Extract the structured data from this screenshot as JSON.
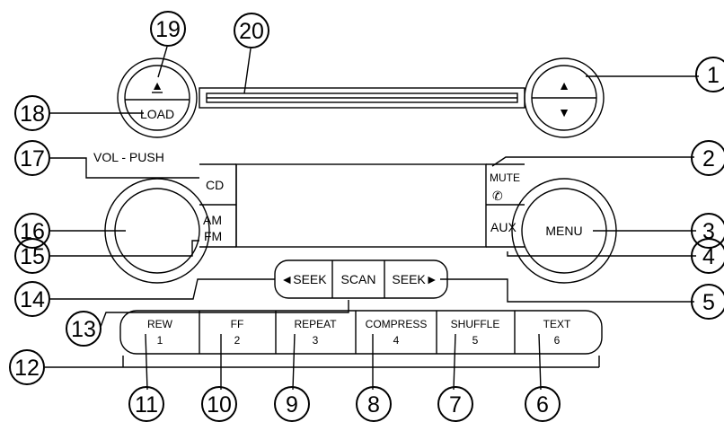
{
  "panel": {
    "vol_label": "VOL - PUSH",
    "cd": "CD",
    "am": "AM",
    "fm": "FM",
    "mute": "MUTE",
    "menu": "MENU",
    "aux": "AUX",
    "load": "LOAD",
    "eject": "▲",
    "tune_up": "▲",
    "tune_down": "▼",
    "seek_left": "◄SEEK",
    "scan": "SCAN",
    "seek_right": "SEEK►",
    "presets": [
      {
        "label": "REW",
        "num": "1"
      },
      {
        "label": "FF",
        "num": "2"
      },
      {
        "label": "REPEAT",
        "num": "3"
      },
      {
        "label": "COMPRESS",
        "num": "4"
      },
      {
        "label": "SHUFFLE",
        "num": "5"
      },
      {
        "label": "TEXT",
        "num": "6"
      }
    ]
  },
  "callouts": [
    "1",
    "2",
    "3",
    "4",
    "5",
    "6",
    "7",
    "8",
    "9",
    "10",
    "11",
    "12",
    "13",
    "14",
    "15",
    "16",
    "17",
    "18",
    "19",
    "20"
  ]
}
